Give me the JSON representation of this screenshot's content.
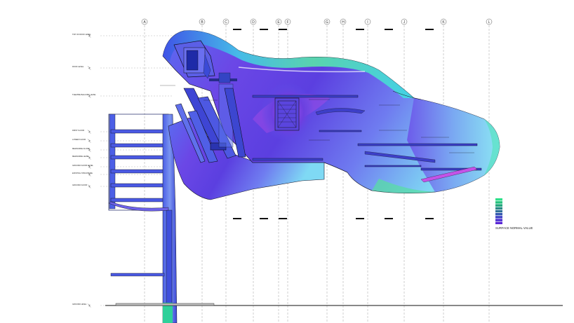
{
  "drawing": {
    "grid_axes": [
      "A",
      "B",
      "C",
      "D",
      "E",
      "F",
      "G",
      "H",
      "I",
      "J",
      "K",
      "L"
    ],
    "level_labels": [
      {
        "name": "TOP OF ROOF LEVEL"
      },
      {
        "name": "ROOF LEVEL"
      },
      {
        "name": "THEATRE BALCONY LEVEL"
      },
      {
        "name": "FIRST FLOOR"
      },
      {
        "name": "LOWER FLOOR"
      },
      {
        "name": "MEZZANINE FLOOR"
      },
      {
        "name": "MEZZANINE LEVEL"
      },
      {
        "name": "GROUND FLOOR LEVEL"
      },
      {
        "name": "EXISTING STRUCTURE"
      },
      {
        "name": "GROUND FLOOR"
      },
      {
        "name": "GROUND LEVEL"
      }
    ],
    "legend": {
      "title": "SURFACE NORMAL VALUE",
      "swatches": [
        "#2fe08a",
        "#23c27c",
        "#1fa57a",
        "#2a8a86",
        "#2f6f98",
        "#3357b0",
        "#3d3fc4",
        "#4a2fd0",
        "#5b27d6"
      ]
    },
    "colors": {
      "body_violet": "#6a4be6",
      "body_blue": "#4b5be8",
      "edge_green": "#48e0a8",
      "edge_cyan": "#3fd9e6",
      "magenta": "#b03ee6",
      "line_dark": "#1a1a2e"
    }
  }
}
